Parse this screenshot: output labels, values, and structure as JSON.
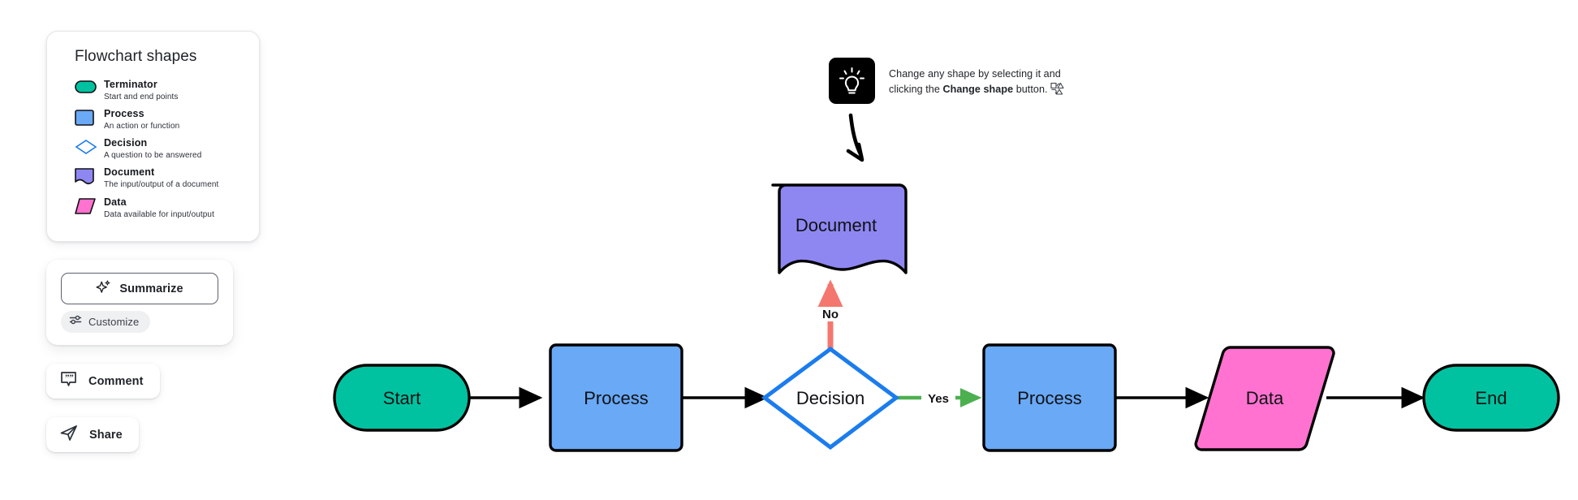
{
  "legend": {
    "title": "Flowchart shapes",
    "items": [
      {
        "shape": "terminator",
        "name": "Terminator",
        "desc": "Start and end points",
        "color": "#00c2a0"
      },
      {
        "shape": "process",
        "name": "Process",
        "desc": "An action or function",
        "color": "#69a9f6"
      },
      {
        "shape": "decision",
        "name": "Decision",
        "desc": "A question to be answered",
        "color": "#ffffff"
      },
      {
        "shape": "document",
        "name": "Document",
        "desc": "The input/output of a document",
        "color": "#8e87f2"
      },
      {
        "shape": "data",
        "name": "Data",
        "desc": "Data available for input/output",
        "color": "#ff72d0"
      }
    ]
  },
  "ai_panel": {
    "summarize_label": "Summarize",
    "customize_label": "Customize"
  },
  "actions": {
    "comment_label": "Comment",
    "share_label": "Share"
  },
  "tooltip": {
    "text_before": "Change any shape by selecting it and clicking the ",
    "bold": "Change shape",
    "text_after": " button."
  },
  "diagram": {
    "nodes": [
      {
        "id": "start",
        "label": "Start",
        "type": "terminator",
        "fill": "#00c2a0",
        "stroke": "#000000"
      },
      {
        "id": "process1",
        "label": "Process",
        "type": "process",
        "fill": "#69a9f6",
        "stroke": "#000000"
      },
      {
        "id": "decision",
        "label": "Decision",
        "type": "decision",
        "fill": "#ffffff",
        "stroke": "#1b7ced"
      },
      {
        "id": "document",
        "label": "Document",
        "type": "document",
        "fill": "#8e87f2",
        "stroke": "#000000"
      },
      {
        "id": "process2",
        "label": "Process",
        "type": "process",
        "fill": "#69a9f6",
        "stroke": "#000000"
      },
      {
        "id": "data",
        "label": "Data",
        "type": "data",
        "fill": "#ff72d0",
        "stroke": "#000000"
      },
      {
        "id": "end",
        "label": "End",
        "type": "terminator",
        "fill": "#00c2a0",
        "stroke": "#000000"
      }
    ],
    "edges": [
      {
        "from": "start",
        "to": "process1",
        "label": "",
        "color": "#000000"
      },
      {
        "from": "process1",
        "to": "decision",
        "label": "",
        "color": "#000000"
      },
      {
        "from": "decision",
        "to": "document",
        "label": "No",
        "color": "#f4776f"
      },
      {
        "from": "decision",
        "to": "process2",
        "label": "Yes",
        "color": "#4caf50"
      },
      {
        "from": "process2",
        "to": "data",
        "label": "",
        "color": "#000000"
      },
      {
        "from": "data",
        "to": "end",
        "label": "",
        "color": "#000000"
      }
    ],
    "labels": {
      "start": "Start",
      "process1": "Process",
      "decision": "Decision",
      "document": "Document",
      "process2": "Process",
      "data": "Data",
      "end": "End",
      "no": "No",
      "yes": "Yes"
    }
  }
}
